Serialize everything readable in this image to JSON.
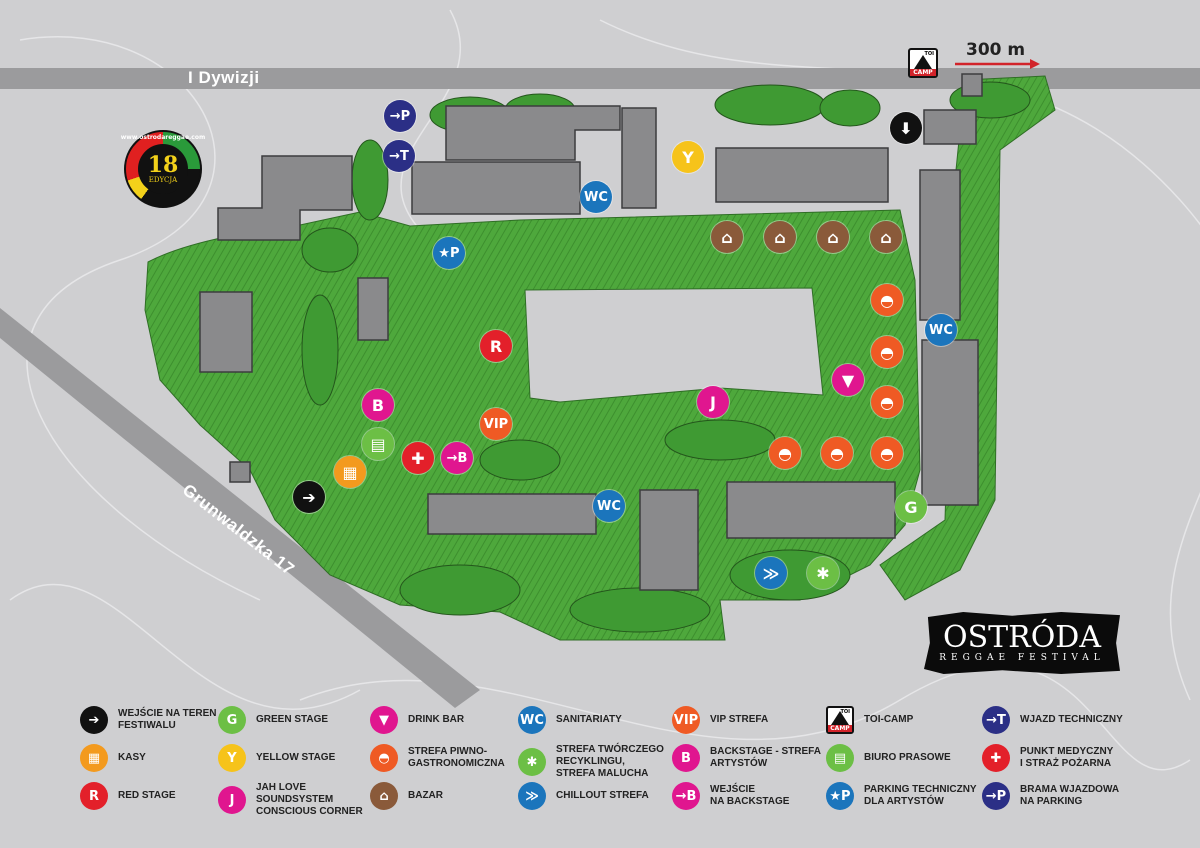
{
  "map": {
    "streets": {
      "top": "I Dywizji",
      "diagonal": "Grunwaldzka 17"
    },
    "distance": "300 m",
    "badge": {
      "url": "www.ostrodareggae.com",
      "number": "18",
      "edition": "EDYCJA"
    },
    "logo": {
      "title": "OSTRÓDA",
      "subtitle": "REGGAE FESTIVAL"
    },
    "colors": {
      "background": "#cfcfd1",
      "road": "#9b9b9d",
      "green": "#4aa83a",
      "building": "#8a8a8c"
    }
  },
  "legend": [
    {
      "key": "entry",
      "label": "Wejście na teren\nfestiwalu",
      "icon": "arrow-right",
      "symbol": "➔",
      "color": "#111111"
    },
    {
      "key": "kasy",
      "label": "Kasy",
      "icon": "cash-register",
      "symbol": "▦",
      "color": "#f39a1e"
    },
    {
      "key": "red",
      "label": "Red Stage",
      "icon": "letter-r",
      "symbol": "R",
      "color": "#e3202a"
    },
    {
      "key": "green",
      "label": "Green Stage",
      "icon": "letter-g",
      "symbol": "G",
      "color": "#6cbf45"
    },
    {
      "key": "yellow",
      "label": "Yellow Stage",
      "icon": "letter-y",
      "symbol": "Y",
      "color": "#f6c31a"
    },
    {
      "key": "jah",
      "label": "Jah Love\nSoundsystem\nConscious Corner",
      "icon": "letter-j",
      "symbol": "J",
      "color": "#e0168f"
    },
    {
      "key": "drink",
      "label": "Drink Bar",
      "icon": "cocktail",
      "symbol": "▼",
      "color": "#e0168f"
    },
    {
      "key": "food",
      "label": "Strefa piwno-\ngastronomiczna",
      "icon": "food-beer",
      "symbol": "◓",
      "color": "#ef5a24"
    },
    {
      "key": "bazar",
      "label": "Bazar",
      "icon": "shop",
      "symbol": "⌂",
      "color": "#8a5a3a"
    },
    {
      "key": "wc",
      "label": "Sanitariaty",
      "icon": "wc",
      "symbol": "WC",
      "color": "#1b75bc"
    },
    {
      "key": "kids",
      "label": "Strefa twórczego\nrecyklingu,\nstrefa malucha",
      "icon": "child",
      "symbol": "✱",
      "color": "#6cbf45"
    },
    {
      "key": "chill",
      "label": "Chillout strefa",
      "icon": "chillout-chevrons",
      "symbol": "≫",
      "color": "#1b75bc"
    },
    {
      "key": "vip",
      "label": "VIP strefa",
      "icon": "vip",
      "symbol": "VIP",
      "color": "#ef5a24"
    },
    {
      "key": "backstage",
      "label": "Backstage - strefa\nartystów",
      "icon": "letter-b",
      "symbol": "B",
      "color": "#e0168f"
    },
    {
      "key": "backentry",
      "label": "Wejście\nna backstage",
      "icon": "arrow-b",
      "symbol": "→B",
      "color": "#e0168f"
    },
    {
      "key": "toi",
      "label": "TOI-CAMP",
      "icon": "tent",
      "symbol": "CAMP",
      "color": "#ffffff"
    },
    {
      "key": "press",
      "label": "Biuro prasowe",
      "icon": "newspaper",
      "symbol": "▤",
      "color": "#6cbf45"
    },
    {
      "key": "artpark",
      "label": "Parking techniczny\ndla artystów",
      "icon": "star-p",
      "symbol": "★P",
      "color": "#1b75bc"
    },
    {
      "key": "tech",
      "label": "Wjazd techniczny",
      "icon": "arrow-t",
      "symbol": "→T",
      "color": "#2b2f86"
    },
    {
      "key": "medic",
      "label": "Punkt medyczny\ni straż pożarna",
      "icon": "medical-fire",
      "symbol": "✚",
      "color": "#e3202a"
    },
    {
      "key": "parking",
      "label": "Brama wjazdowa\nna parking",
      "icon": "arrow-p",
      "symbol": "→P",
      "color": "#2b2f86"
    }
  ]
}
